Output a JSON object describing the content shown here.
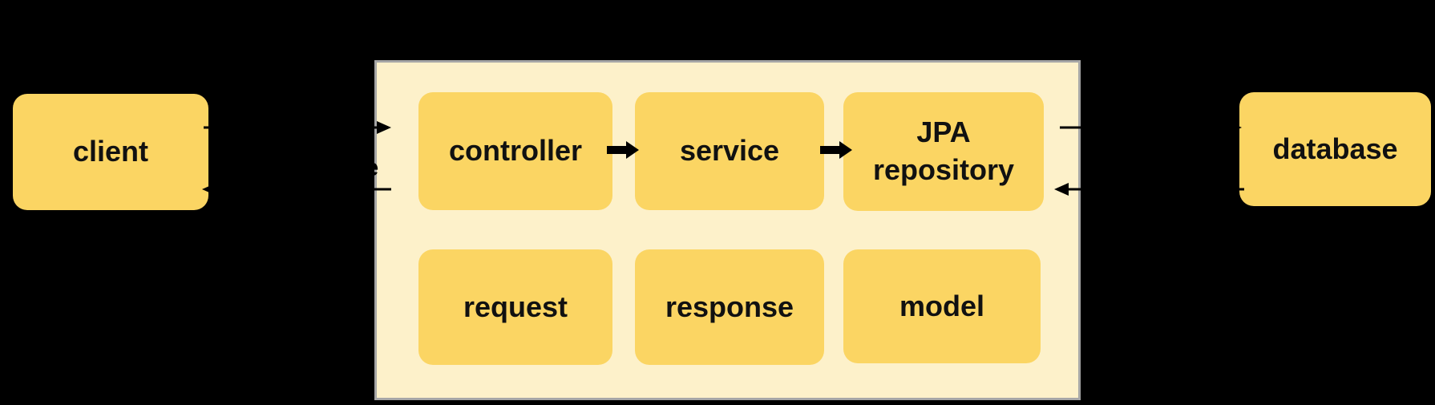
{
  "diagram": {
    "type": "architecture-flow",
    "background": "#000000",
    "panel_fill": "#FDF1CA",
    "panel_border": "#A6A6A6",
    "node_fill": "#FBD563",
    "text_color": "#111111",
    "arrow_color": "#000000"
  },
  "nodes": {
    "client": "client",
    "controller": "controller",
    "service": "service",
    "jpa_repository": "JPA repository",
    "request": "request",
    "response": "response",
    "model": "model",
    "database": "database"
  },
  "fragments": {
    "left_edge_label": "e"
  },
  "icons": {
    "thick_right_arrow": "➡",
    "thin_right_arrow": "→",
    "thin_left_arrow": "←"
  }
}
